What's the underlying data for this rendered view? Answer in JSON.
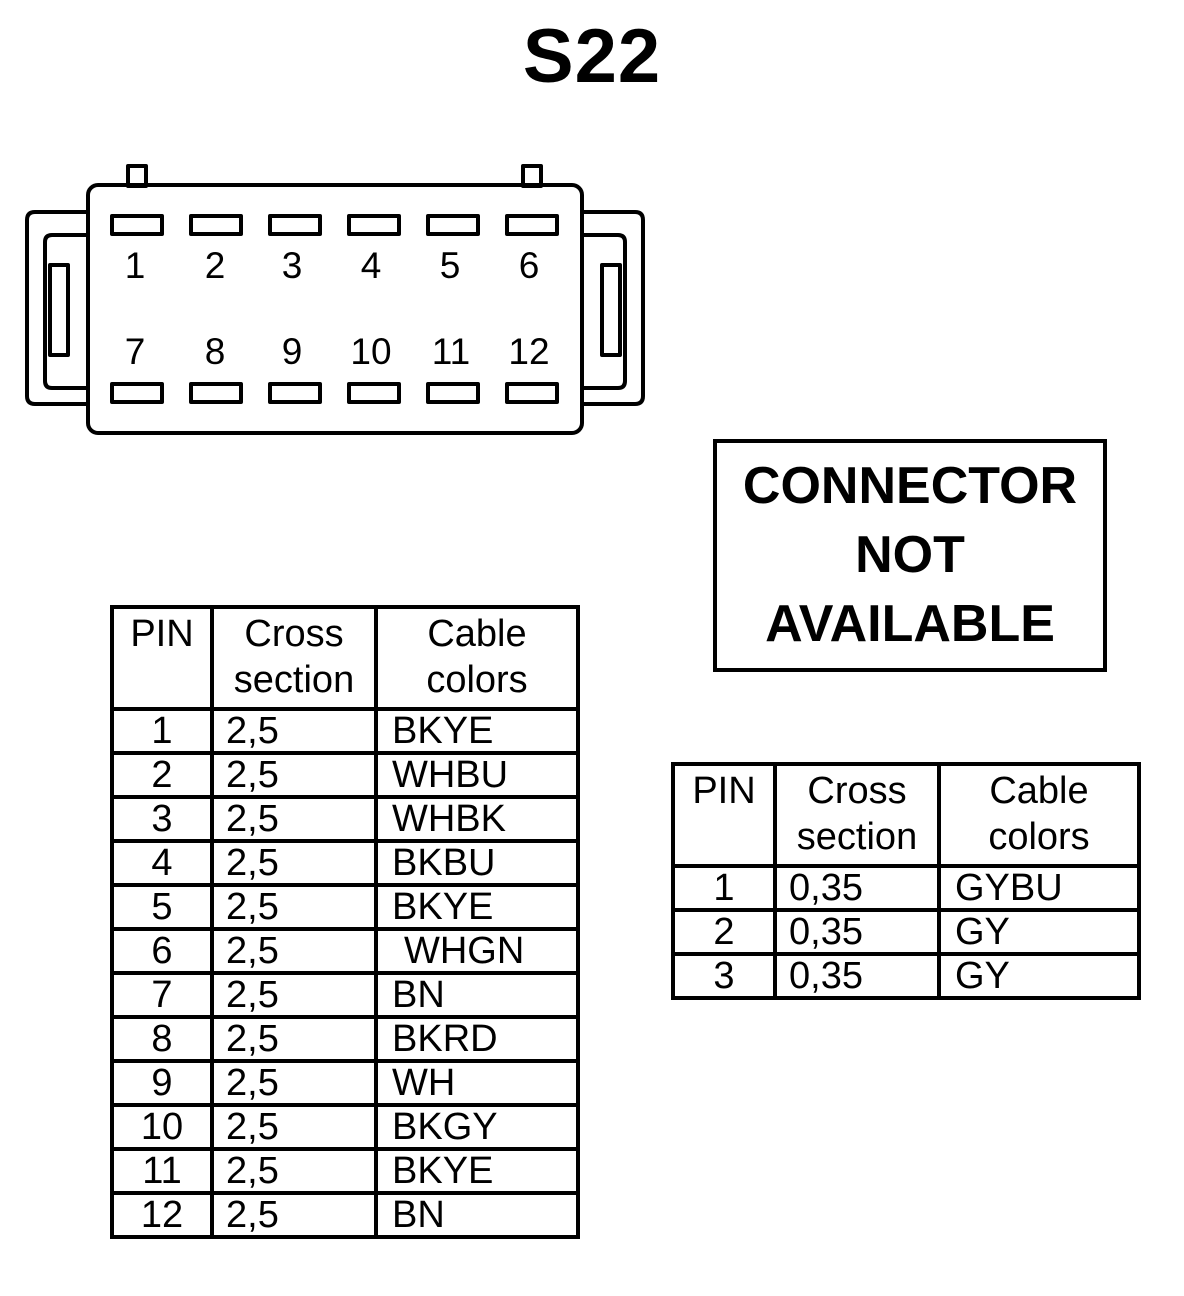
{
  "title": "S22",
  "connector": {
    "top_row_pins": [
      "1",
      "2",
      "3",
      "4",
      "5",
      "6"
    ],
    "bottom_row_pins": [
      "7",
      "8",
      "9",
      "10",
      "11",
      "12"
    ]
  },
  "notice": {
    "lines": [
      "CONNECTOR",
      "NOT",
      "AVAILABLE"
    ]
  },
  "main_table": {
    "headers": {
      "pin": "PIN",
      "cross_section": "Cross section",
      "cable_colors": "Cable colors"
    },
    "rows": [
      {
        "pin": "1",
        "cross_section": "2,5",
        "cable_colors": "BKYE"
      },
      {
        "pin": "2",
        "cross_section": "2,5",
        "cable_colors": "WHBU"
      },
      {
        "pin": "3",
        "cross_section": "2,5",
        "cable_colors": "WHBK"
      },
      {
        "pin": "4",
        "cross_section": "2,5",
        "cable_colors": "BKBU"
      },
      {
        "pin": "5",
        "cross_section": "2,5",
        "cable_colors": "BKYE"
      },
      {
        "pin": "6",
        "cross_section": "2,5",
        "cable_colors": "WHGN"
      },
      {
        "pin": "7",
        "cross_section": "2,5",
        "cable_colors": "BN"
      },
      {
        "pin": "8",
        "cross_section": "2,5",
        "cable_colors": "BKRD"
      },
      {
        "pin": "9",
        "cross_section": "2,5",
        "cable_colors": "WH"
      },
      {
        "pin": "10",
        "cross_section": "2,5",
        "cable_colors": "BKGY"
      },
      {
        "pin": "11",
        "cross_section": "2,5",
        "cable_colors": "BKYE"
      },
      {
        "pin": "12",
        "cross_section": "2,5",
        "cable_colors": "BN"
      }
    ]
  },
  "small_table": {
    "headers": {
      "pin": "PIN",
      "cross_section": "Cross section",
      "cable_colors": "Cable colors"
    },
    "rows": [
      {
        "pin": "1",
        "cross_section": "0,35",
        "cable_colors": "GYBU"
      },
      {
        "pin": "2",
        "cross_section": "0,35",
        "cable_colors": "GY"
      },
      {
        "pin": "3",
        "cross_section": "0,35",
        "cable_colors": "GY"
      }
    ]
  }
}
